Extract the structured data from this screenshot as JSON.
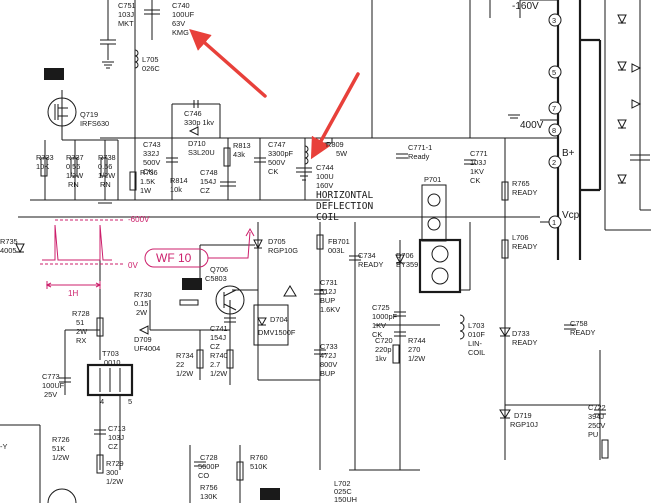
{
  "labels": {
    "c751": [
      "C751",
      "103J",
      "MKT"
    ],
    "c740": [
      "C740",
      "100UF",
      "63V",
      "KMG"
    ],
    "l705": [
      "L705",
      "026C"
    ],
    "q719": [
      "Q719",
      "IRFS630"
    ],
    "c746": [
      "C746",
      "330p 1kv"
    ],
    "d710": [
      "D710",
      "S3L20U"
    ],
    "r813": [
      "R813",
      "43k"
    ],
    "c743": [
      "C743",
      "332J",
      "500V",
      "CK"
    ],
    "r814": [
      "R814",
      "10k"
    ],
    "c748": [
      "C748",
      "154J",
      "CZ"
    ],
    "r736": [
      "R736",
      "1.5K",
      "1W"
    ],
    "c747": [
      "C747",
      "3300pF",
      "500V",
      "CK"
    ],
    "c744": [
      "C744",
      "100U",
      "160V"
    ],
    "r809": [
      "R809",
      "5W"
    ],
    "c771_1": [
      "C771-1",
      "Ready"
    ],
    "c771": [
      "C771",
      "103J",
      "1KV",
      "CK"
    ],
    "r733": [
      "R733",
      "10K"
    ],
    "r737": [
      "R737",
      "0.56",
      "1/2W",
      "RN"
    ],
    "r738": [
      "R738",
      "0.56",
      "1/2W",
      "RN"
    ],
    "r735": [
      "R735",
      "4005"
    ],
    "p701": "P701",
    "hdc": [
      "HORIZONTAL",
      "DEFLECTION",
      "COIL"
    ],
    "r765": [
      "R765",
      "READY"
    ],
    "l706": [
      "L706",
      "READY"
    ],
    "v_minus160": "-160V",
    "v_400": "400V",
    "b_plus": "B+",
    "vcp": "Vcp",
    "pins": [
      "3",
      "5",
      "7",
      "8",
      "2",
      "1"
    ],
    "wf_minus600": "-600V",
    "wf_zero": "0V",
    "wf_period": "1H",
    "wf_tag": "WF 10",
    "d705": [
      "D705",
      "RGP10G"
    ],
    "fb701": [
      "FB701",
      "003L"
    ],
    "c734": [
      "C734",
      "READY"
    ],
    "d706": [
      "D706",
      "BY359"
    ],
    "q706": [
      "Q706",
      "C5803"
    ],
    "r730": [
      "R730",
      "0.15",
      "2W"
    ],
    "d709": [
      "D709",
      "UF4004"
    ],
    "c731": [
      "C731",
      "512J",
      "BUP",
      "1.6KV"
    ],
    "d704": [
      "D704",
      "DMV1500F"
    ],
    "c741": [
      "C741",
      "154J",
      "CZ"
    ],
    "r734": [
      "R734",
      "22",
      "1/2W"
    ],
    "r740": [
      "R740",
      "2.7",
      "1/2W"
    ],
    "c733": [
      "C733",
      "472J",
      "800V",
      "BUP"
    ],
    "c725": [
      "C725",
      "1000pF",
      "1KV",
      "CK"
    ],
    "c720": [
      "C720",
      "220p",
      "1kv"
    ],
    "r744": [
      "R744",
      "270",
      "1/2W"
    ],
    "l703": [
      "L703",
      "010F",
      "LIN-",
      "COIL"
    ],
    "d733": [
      "D733",
      "READY"
    ],
    "c758": [
      "C758",
      "READY"
    ],
    "r728": [
      "R728",
      "51",
      "2W",
      "RX"
    ],
    "c773": [
      "C773",
      "100UF",
      "25V"
    ],
    "t703": [
      "T703",
      "0010"
    ],
    "t703_pins": [
      "4",
      "5"
    ],
    "c713": [
      "C713",
      "103J",
      "CZ"
    ],
    "r726": [
      "R726",
      "51K",
      "1/2W"
    ],
    "r729": [
      "R729",
      "300",
      "1/2W"
    ],
    "d719": [
      "D719",
      "RGP10J"
    ],
    "c722": [
      "C722",
      "394J",
      "250V",
      "PU"
    ],
    "c728": [
      "C728",
      "5600P",
      "CO"
    ],
    "r760": [
      "R760",
      "510K"
    ],
    "r756": [
      "R756",
      "130K"
    ],
    "l702": [
      "L702",
      "025C",
      "150UH"
    ],
    "frag_y": "-Y"
  }
}
